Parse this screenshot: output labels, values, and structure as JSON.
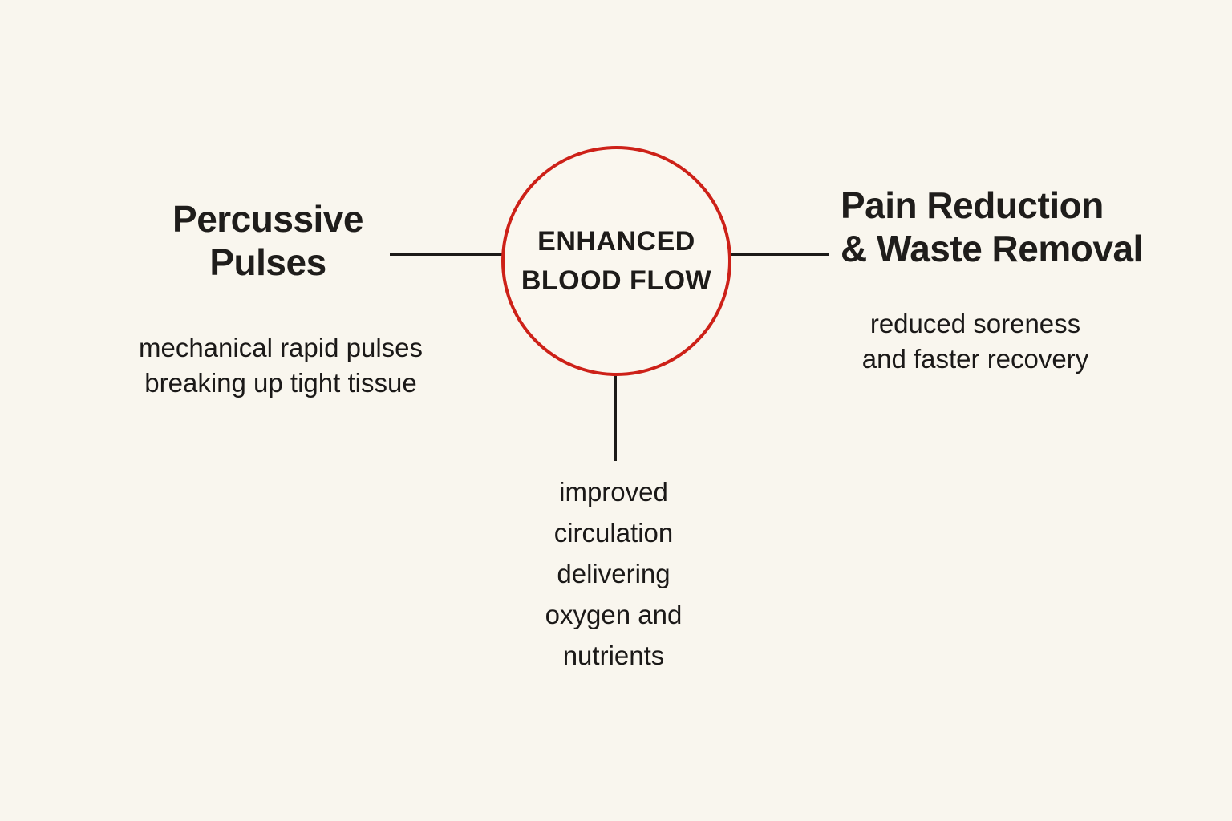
{
  "canvas": {
    "background_color": "#f9f6ee",
    "accent_red": "#cd2118",
    "text_color": "#1f1d1b",
    "connector_color": "#1c1a18"
  },
  "center_node": {
    "title_line1": "ENHANCED",
    "title_line2": "BLOOD FLOW"
  },
  "left_node": {
    "title_line1": "Percussive",
    "title_line2": "Pulses",
    "desc_line1": "mechanical rapid pulses",
    "desc_line2": "breaking up tight tissue"
  },
  "right_node": {
    "title_line1": "Pain Reduction",
    "title_line2": "& Waste Removal",
    "desc_line1": "reduced soreness",
    "desc_line2": "and faster recovery"
  },
  "bottom_node": {
    "lines": [
      "improved",
      "circulation",
      "delivering",
      "oxygen and",
      "nutrients"
    ]
  }
}
